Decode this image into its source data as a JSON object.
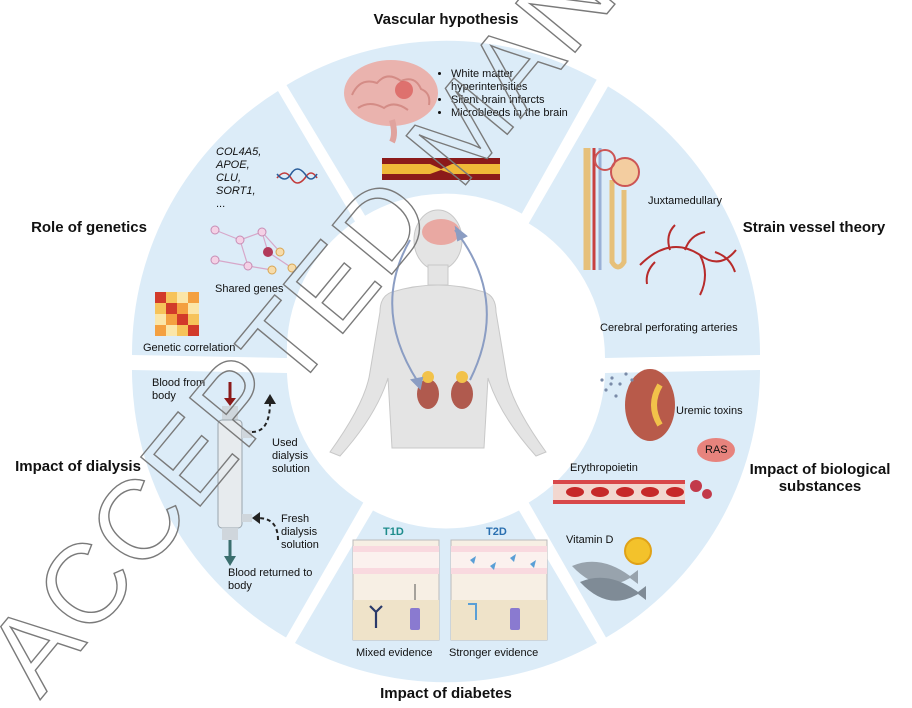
{
  "sections": {
    "vascular": {
      "title": "Vascular hypothesis",
      "bullets": [
        "White matter hyperintensities",
        "Silent brain infarcts",
        "Microbleeds in the brain"
      ]
    },
    "strain": {
      "title": "Strain vessel theory",
      "juxtamedullary": "Juxtamedullary",
      "cerebral": "Cerebral perforating arteries"
    },
    "biological": {
      "title": "Impact of biological substances",
      "uremic": "Uremic toxins",
      "ras": "RAS",
      "epo": "Erythropoietin",
      "vitd": "Vitamin D"
    },
    "diabetes": {
      "title": "Impact of diabetes",
      "t1d": "T1D",
      "t2d": "T2D",
      "mixed": "Mixed evidence",
      "stronger": "Stronger evidence"
    },
    "dialysis": {
      "title": "Impact of dialysis",
      "blood_from": "Blood from body",
      "used": "Used dialysis solution",
      "fresh": "Fresh dialysis solution",
      "blood_returned": "Blood returned to body"
    },
    "genetics": {
      "title": "Role of genetics",
      "genes": [
        "COL4A5,",
        "APOE,",
        "CLU,",
        "SORT1,",
        "..."
      ],
      "shared": "Shared genes",
      "correlation": "Genetic correlation"
    }
  },
  "watermark": "ACCEPTED MANUSCRIPT",
  "colors": {
    "ring": "#dcecf8",
    "blood": "#c62828",
    "arrow": "#8b9dc3",
    "body": "#e4e4e4",
    "t1d": "#1e8c8c",
    "t2d": "#2a6fb0"
  }
}
